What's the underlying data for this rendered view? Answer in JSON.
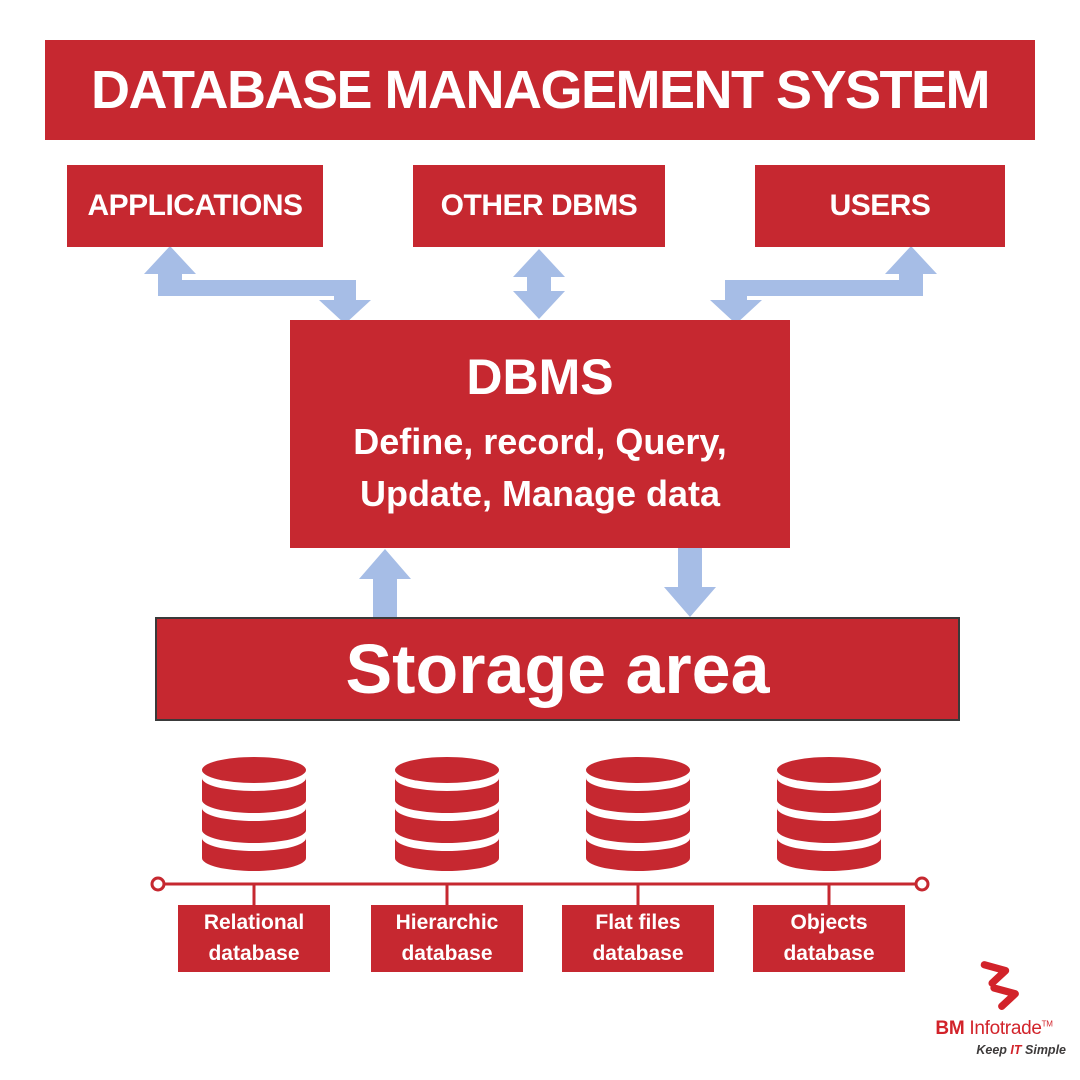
{
  "title": "DATABASE MANAGEMENT SYSTEM",
  "actors": [
    {
      "label": "APPLICATIONS"
    },
    {
      "label": "OTHER DBMS"
    },
    {
      "label": "USERS"
    }
  ],
  "dbms": {
    "title": "DBMS",
    "line1": "Define, record, Query,",
    "line2": "Update, Manage data"
  },
  "storage": {
    "label": "Storage area"
  },
  "database_types": [
    {
      "label": "Relational database"
    },
    {
      "label": "Hierarchic database"
    },
    {
      "label": "Flat files database"
    },
    {
      "label": "Objects database"
    }
  ],
  "icons": {
    "database": "database-cylinder-icon",
    "logo_mark": "bm-infotrade-mark-icon"
  },
  "logo": {
    "brand_bold": "BM",
    "brand_rest": " Infotrade",
    "trademark": "TM",
    "tagline_pre": "Keep ",
    "tagline_it": "IT",
    "tagline_post": " Simple"
  },
  "colors": {
    "red": "#C62830",
    "arrow-blue": "#A6BDE6",
    "logo-red": "#D2232A",
    "tagline-dark": "#3D3A3A",
    "storage-border": "#3A3A3A"
  }
}
